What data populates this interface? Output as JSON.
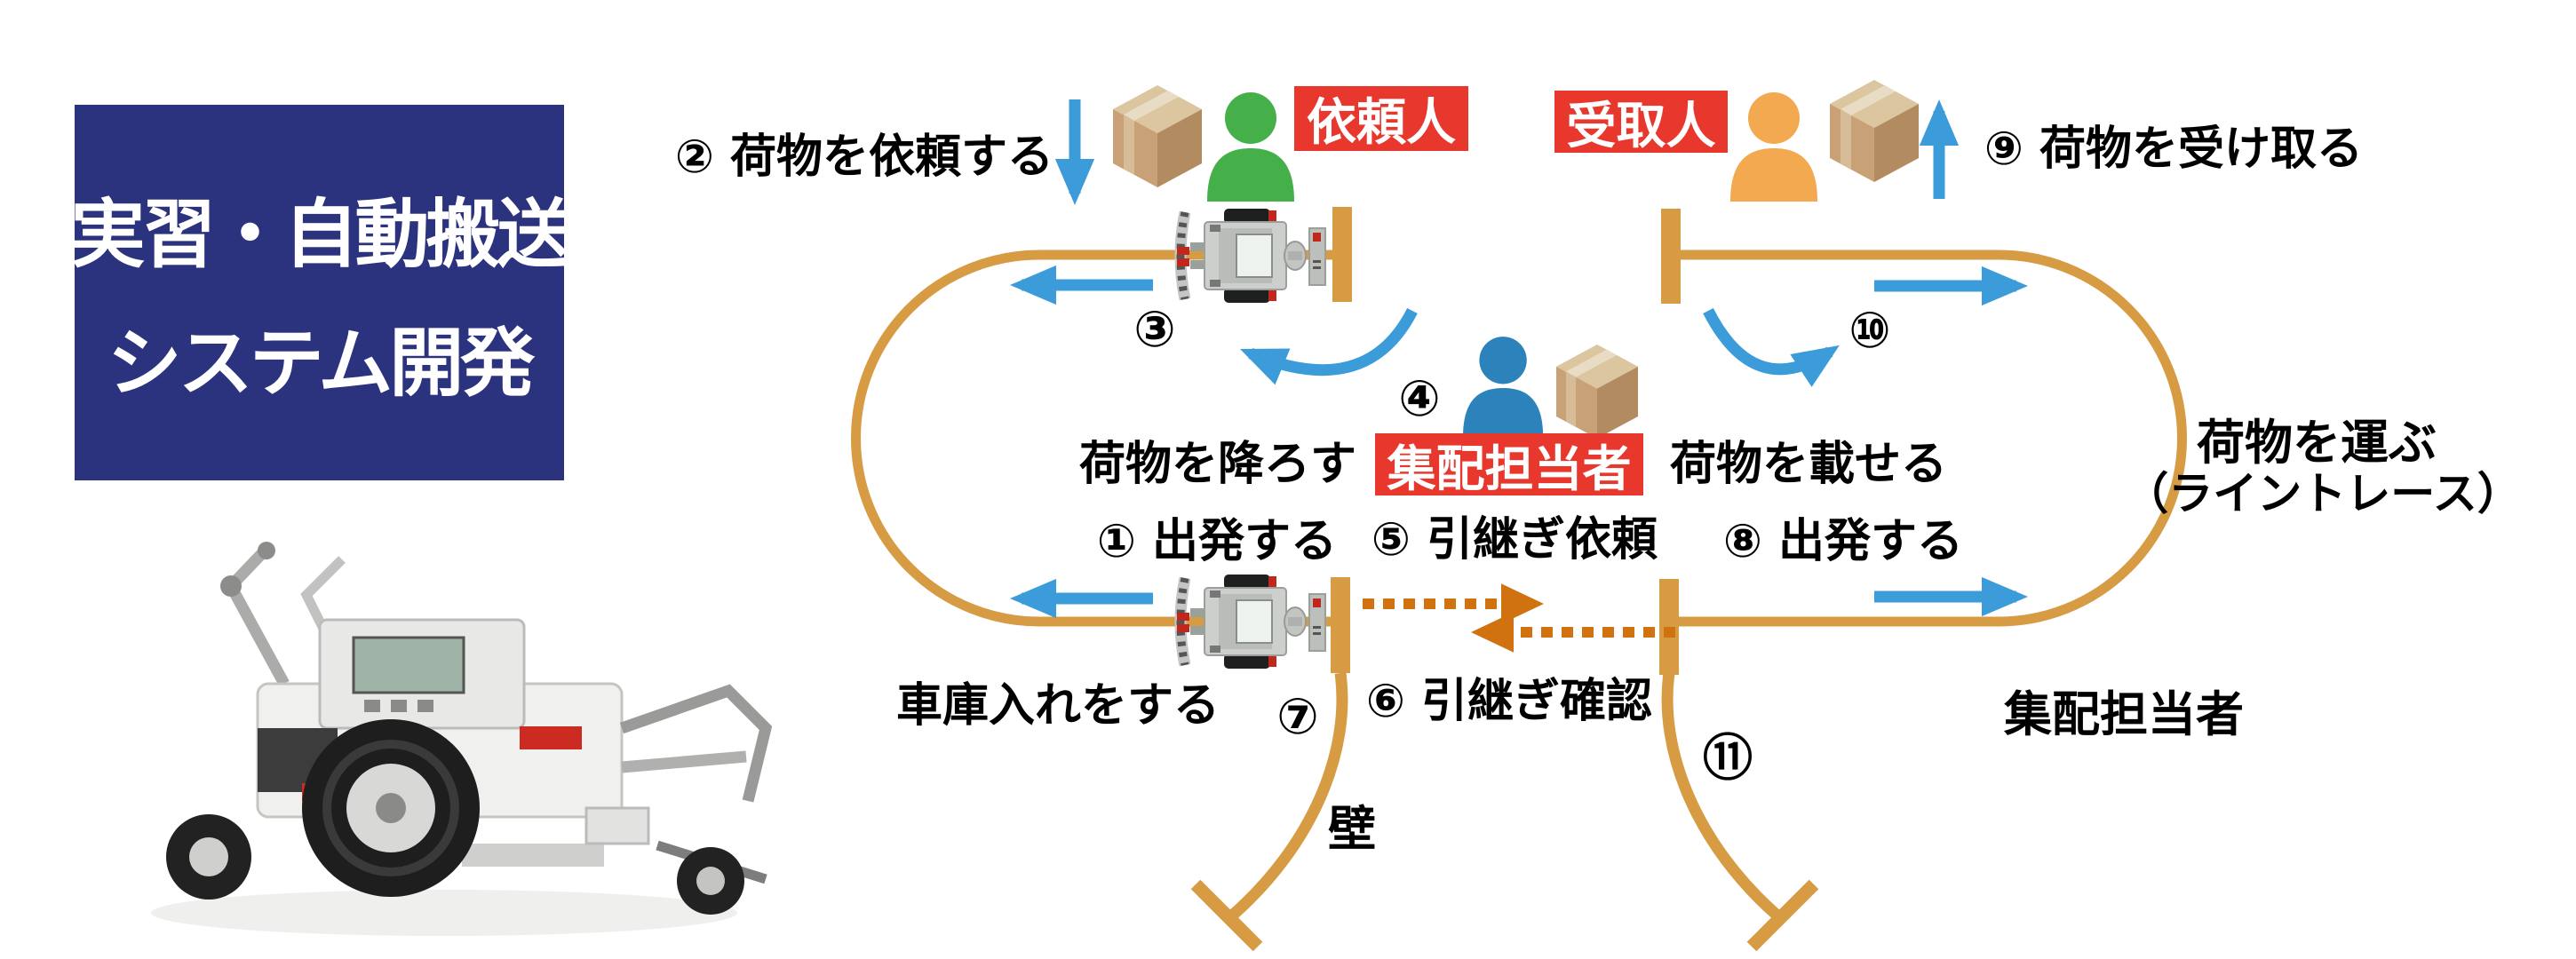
{
  "title": {
    "line1": "実習・自動搬送",
    "line2": "システム開発"
  },
  "people": {
    "requester": "依頼人",
    "receiver": "受取人",
    "courier": "集配担当者"
  },
  "steps": {
    "s1": "① 出発する",
    "s2": "② 荷物を依頼する",
    "s3": "③",
    "s4": "④",
    "s5": "⑤ 引継ぎ依頼",
    "s6": "⑥ 引継ぎ確認",
    "s7": "⑦",
    "s8": "⑧ 出発する",
    "s9": "⑨ 荷物を受け取る",
    "s10": "⑩",
    "s11": "⑪"
  },
  "annotations": {
    "unload": "荷物を降ろす",
    "load": "荷物を載せる",
    "carry_line1": "荷物を運ぶ",
    "carry_line2": "（ライントレース）",
    "garage": "車庫入れをする",
    "wall": "壁",
    "courier_right": "集配担当者"
  },
  "icons": {
    "requester_person": "green-person-icon",
    "receiver_person": "orange-person-icon",
    "courier_person": "blue-person-icon",
    "package": "cardboard-box-icon",
    "robot": "transport-robot-icon",
    "photo": "lego-ev3-robot-photo"
  },
  "colors": {
    "navy": "#2B337E",
    "red": "#E8382D",
    "track_tan": "#D69B43",
    "arrow_blue": "#3B9CD9",
    "handover_orange": "#D0720F",
    "person_green": "#45B049",
    "person_orange": "#F2A950",
    "person_blue": "#2C82BB"
  }
}
